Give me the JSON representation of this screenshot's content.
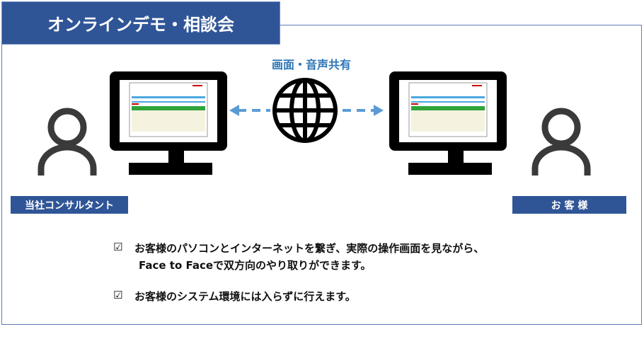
{
  "title": "オンラインデモ・相談会",
  "share_label": "画面・音声共有",
  "left_label": "当社コンサルタント",
  "right_label": "お 客 様",
  "bullets": [
    {
      "check": "☑",
      "lines": [
        "お客様のパソコンとインターネットを繋ぎ、実際の操作画面を見ながら、",
        "Face to Faceで双方向のやり取りができます。"
      ]
    },
    {
      "check": "☑",
      "lines": [
        "お客様のシステム環境には入らずに行えます。"
      ]
    }
  ],
  "colors": {
    "brand": "#2f5597",
    "accent": "#2e75b6",
    "arrow": "#5b9bd5"
  }
}
